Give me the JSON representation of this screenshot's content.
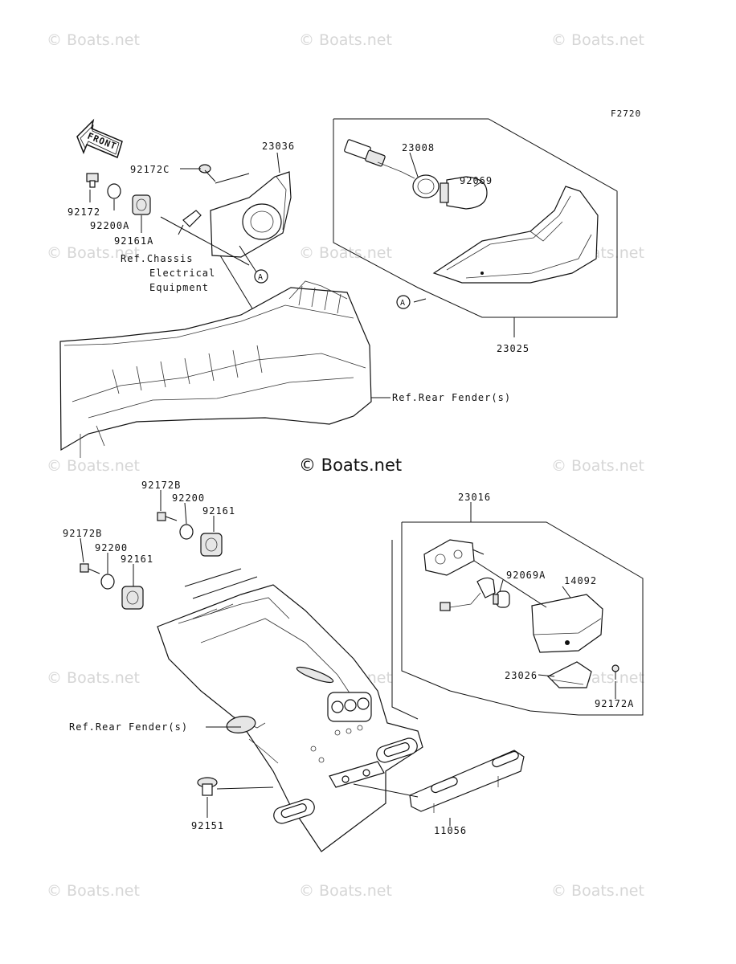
{
  "diagram": {
    "figure_code": "F2720",
    "front_label": "FRONT",
    "center_watermark": "© Boats.net",
    "watermark_text": "© Boats.net",
    "part_numbers": {
      "p23036": "23036",
      "p23008": "23008",
      "p92069": "92069",
      "p92172C": "92172C",
      "p92172": "92172",
      "p92200A": "92200A",
      "p92161A": "92161A",
      "p23025": "23025",
      "p92172B_1": "92172B",
      "p92200_1": "92200",
      "p92161_1": "92161",
      "p92172B_2": "92172B",
      "p92200_2": "92200",
      "p92161_2": "92161",
      "p23016": "23016",
      "p92069A": "92069A",
      "p14092": "14092",
      "p23026": "23026",
      "p92172A": "92172A",
      "p92151": "92151",
      "p11056": "11056"
    },
    "refs": {
      "chassis_line1": "Ref.Chassis",
      "chassis_line2": "Electrical",
      "chassis_line3": "Equipment",
      "rear_fender_1": "Ref.Rear Fender(s)",
      "rear_fender_2": "Ref.Rear Fender(s)"
    },
    "callout_A": "A"
  }
}
